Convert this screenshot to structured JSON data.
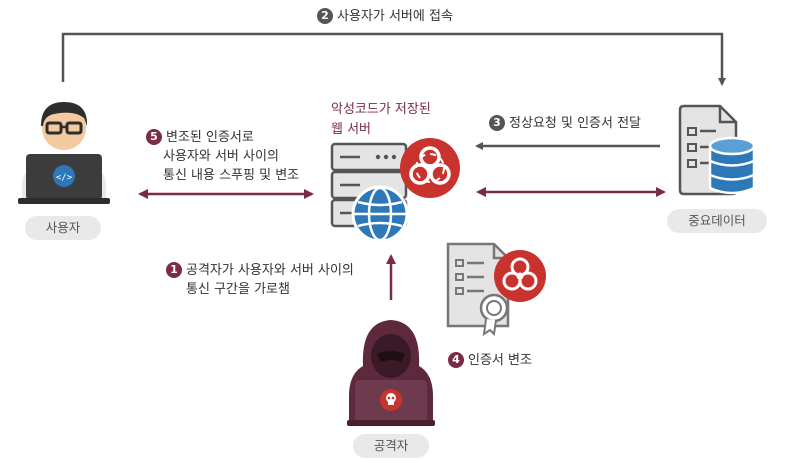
{
  "colors": {
    "maroon": "#7a2c44",
    "gray_line": "#555555",
    "red_badge": "#c8332e",
    "blue": "#2d78b8",
    "dark_gray": "#4d4d4d"
  },
  "steps": {
    "s1": {
      "num": "1",
      "lines": [
        "공격자가 사용자와 서버 사이의",
        "통신 구간을 가로챔"
      ]
    },
    "s2": {
      "num": "2",
      "text": "사용자가 서버에 접속"
    },
    "s3": {
      "num": "3",
      "text": "정상요청 및 인증서 전달"
    },
    "s4": {
      "num": "4",
      "text": "인증서 변조"
    },
    "s5": {
      "num": "5",
      "lines": [
        "변조된 인증서로",
        "사용자와 서버 사이의",
        "통신 내용 스푸핑 및 변조"
      ]
    }
  },
  "nodes": {
    "user": {
      "label": "사용자",
      "icon": "user-laptop-icon"
    },
    "server": {
      "title_lines": [
        "악성코드가 저장된",
        "웹 서버"
      ],
      "icon": "web-server-icon"
    },
    "data": {
      "label": "중요데이터",
      "icon": "database-document-icon"
    },
    "cert": {
      "icon": "forged-certificate-icon"
    },
    "attacker": {
      "label": "공격자",
      "icon": "hooded-attacker-icon"
    }
  }
}
